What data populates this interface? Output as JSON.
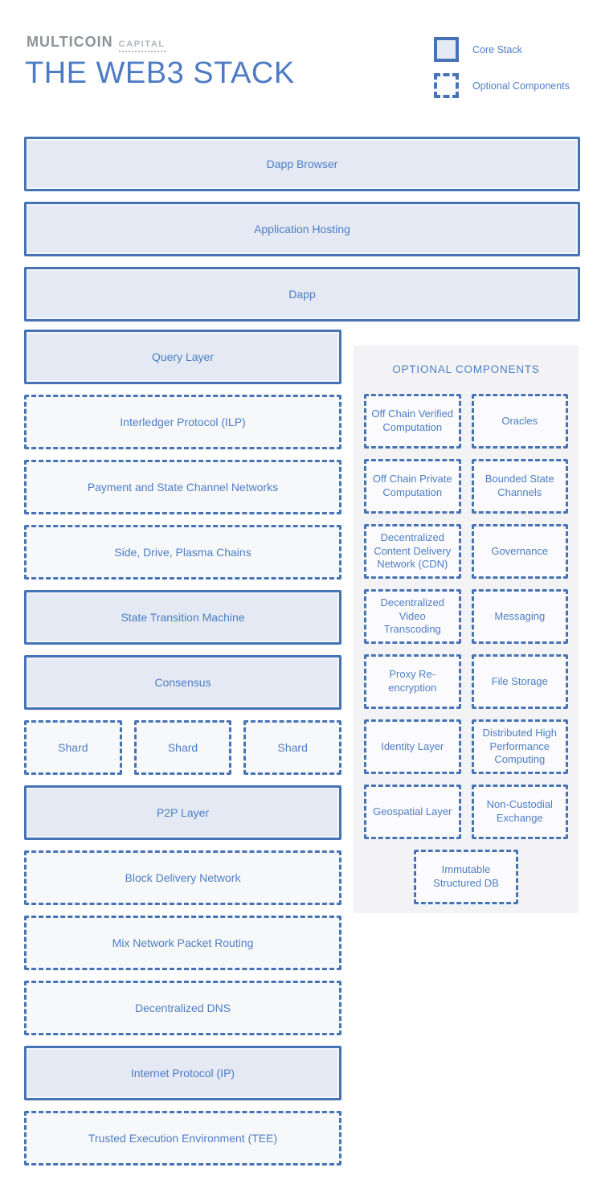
{
  "header": {
    "logo_primary": "MULTICOIN",
    "logo_secondary": "CAPITAL",
    "title": "THE WEB3 STACK"
  },
  "legend": {
    "core_label": "Core Stack",
    "optional_label": "Optional Components"
  },
  "colors": {
    "border_blue": "#4673b5",
    "core_fill": "#e4e9f3",
    "optional_fill": "#f7f8fa",
    "panel_bg": "#f3f3f5",
    "label_text": "#4d7ec5"
  },
  "full_stack": [
    {
      "label": "Dapp Browser",
      "type": "core"
    },
    {
      "label": "Application Hosting",
      "type": "core"
    },
    {
      "label": "Dapp",
      "type": "core"
    }
  ],
  "left_stack": [
    {
      "label": "Query Layer",
      "type": "core"
    },
    {
      "label": "Interledger Protocol (ILP)",
      "type": "optional"
    },
    {
      "label": "Payment and State Channel Networks",
      "type": "optional"
    },
    {
      "label": "Side, Drive, Plasma Chains",
      "type": "optional"
    },
    {
      "label": "State Transition Machine",
      "type": "core"
    },
    {
      "label": "Consensus",
      "type": "core"
    },
    {
      "type": "shard-row",
      "items": [
        {
          "label": "Shard",
          "type": "optional"
        },
        {
          "label": "Shard",
          "type": "optional"
        },
        {
          "label": "Shard",
          "type": "optional"
        }
      ]
    },
    {
      "label": "P2P Layer",
      "type": "core"
    },
    {
      "label": "Block Delivery Network",
      "type": "optional"
    },
    {
      "label": "Mix Network Packet Routing",
      "type": "optional"
    },
    {
      "label": "Decentralized DNS",
      "type": "optional"
    },
    {
      "label": "Internet Protocol (IP)",
      "type": "core"
    },
    {
      "label": "Trusted Execution Environment (TEE)",
      "type": "optional"
    }
  ],
  "optional_panel": {
    "title": "OPTIONAL COMPONENTS",
    "items": [
      {
        "label": "Off Chain Verified Computation"
      },
      {
        "label": "Oracles"
      },
      {
        "label": "Off Chain Private Computation"
      },
      {
        "label": "Bounded State Channels"
      },
      {
        "label": "Decentralized Content Delivery Network (CDN)"
      },
      {
        "label": "Governance"
      },
      {
        "label": "Decentralized Video Transcoding"
      },
      {
        "label": "Messaging"
      },
      {
        "label": "Proxy Re-encryption"
      },
      {
        "label": "File Storage"
      },
      {
        "label": "Identity Layer"
      },
      {
        "label": "Distributed High Performance Computing"
      },
      {
        "label": "Geospatial Layer"
      },
      {
        "label": "Non-Custodial Exchange"
      }
    ],
    "footer_item": {
      "label": "Immutable Structured DB"
    }
  }
}
